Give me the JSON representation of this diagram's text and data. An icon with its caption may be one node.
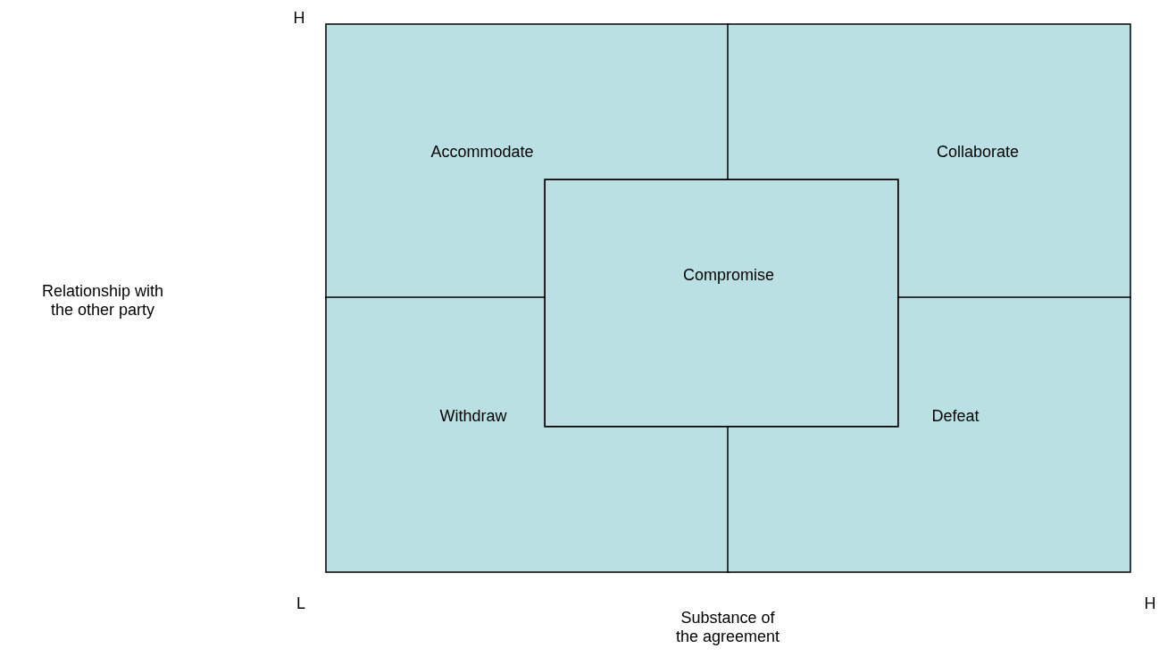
{
  "diagram": {
    "nodes": [
      {
        "text": [
          "Accommodate"
        ]
      },
      {
        "text": [
          "Collaborate"
        ]
      },
      {
        "text": [
          "Compromise"
        ]
      },
      {
        "text": [
          "Withdraw"
        ]
      },
      {
        "text": [
          "Defeat"
        ]
      }
    ],
    "labels": [
      "H",
      "Relationship with the other party",
      "L",
      "H",
      "Substance of the agreement"
    ]
  }
}
